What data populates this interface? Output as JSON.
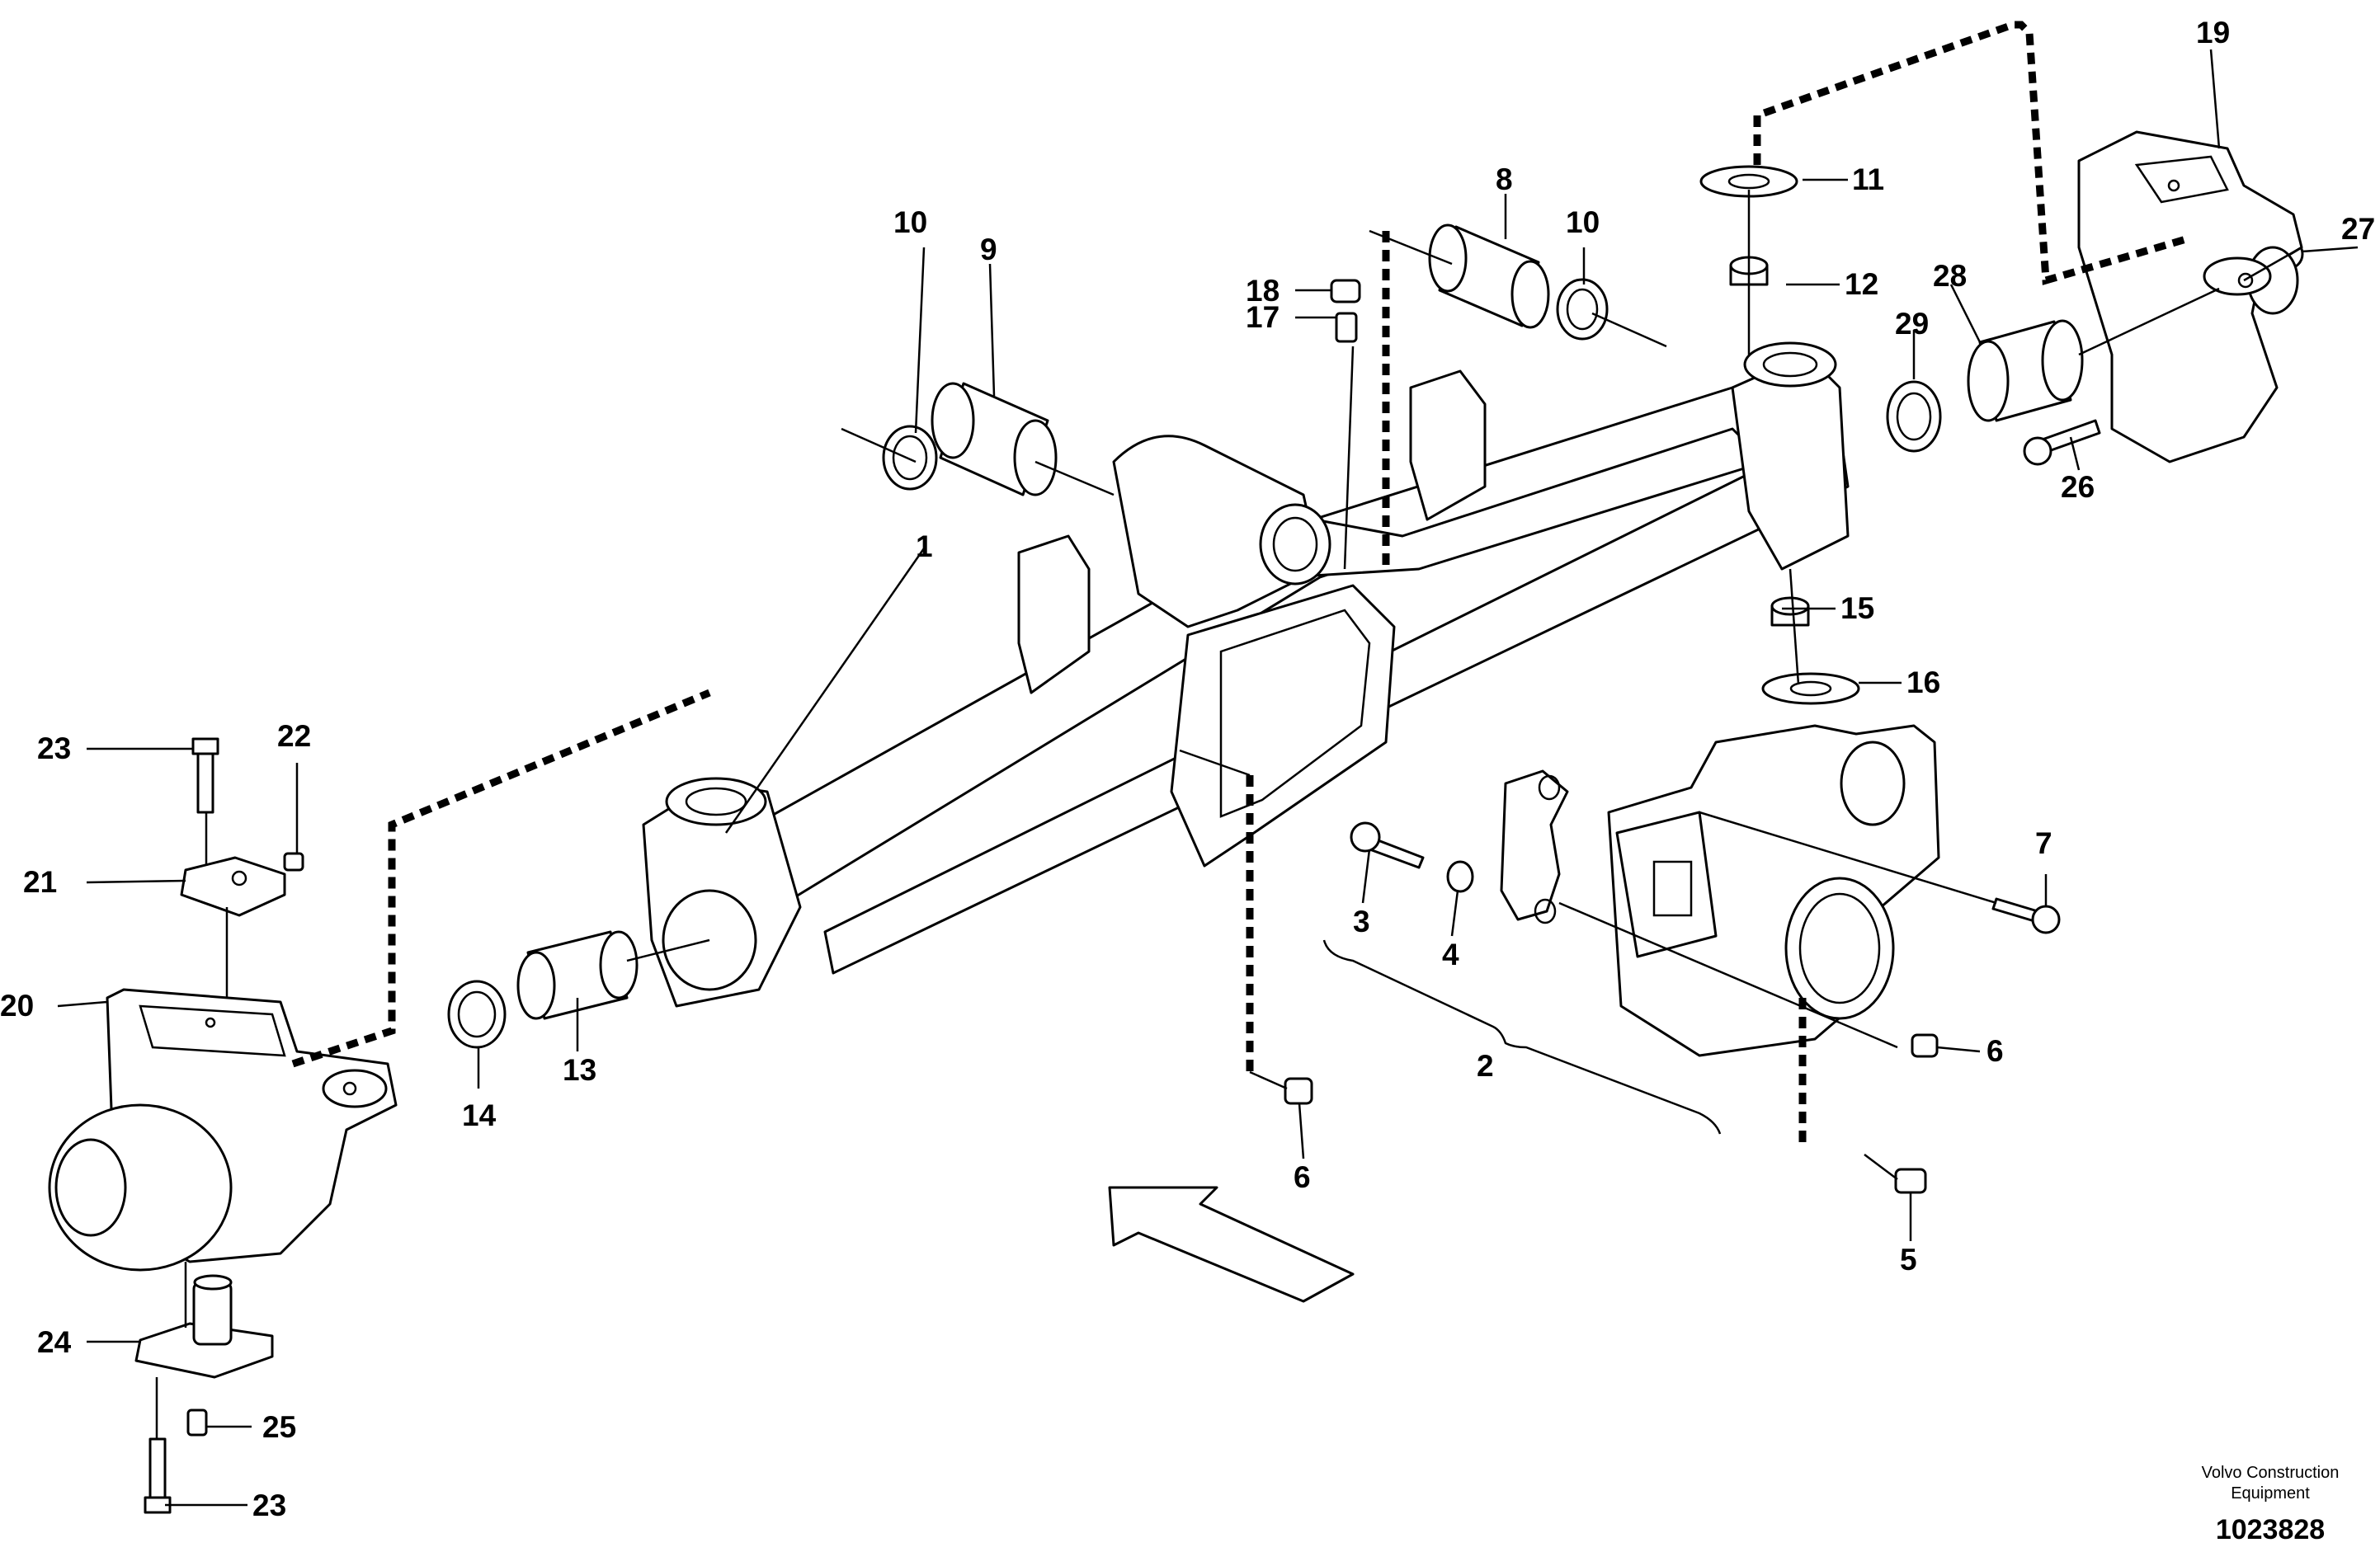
{
  "labels": {
    "l1": "1",
    "l2": "2",
    "l3": "3",
    "l4": "4",
    "l5": "5",
    "l6a": "6",
    "l6b": "6",
    "l7": "7",
    "l8": "8",
    "l9": "9",
    "l10a": "10",
    "l10b": "10",
    "l11": "11",
    "l12": "12",
    "l13": "13",
    "l14": "14",
    "l15": "15",
    "l16": "16",
    "l17": "17",
    "l18": "18",
    "l19": "19",
    "l20": "20",
    "l21": "21",
    "l22": "22",
    "l23a": "23",
    "l23b": "23",
    "l24": "24",
    "l25": "25",
    "l26": "26",
    "l27": "27",
    "l28": "28",
    "l29": "29"
  },
  "credit": {
    "line1": "Volvo Construction",
    "line2": "Equipment",
    "drawing_number": "1023828"
  }
}
